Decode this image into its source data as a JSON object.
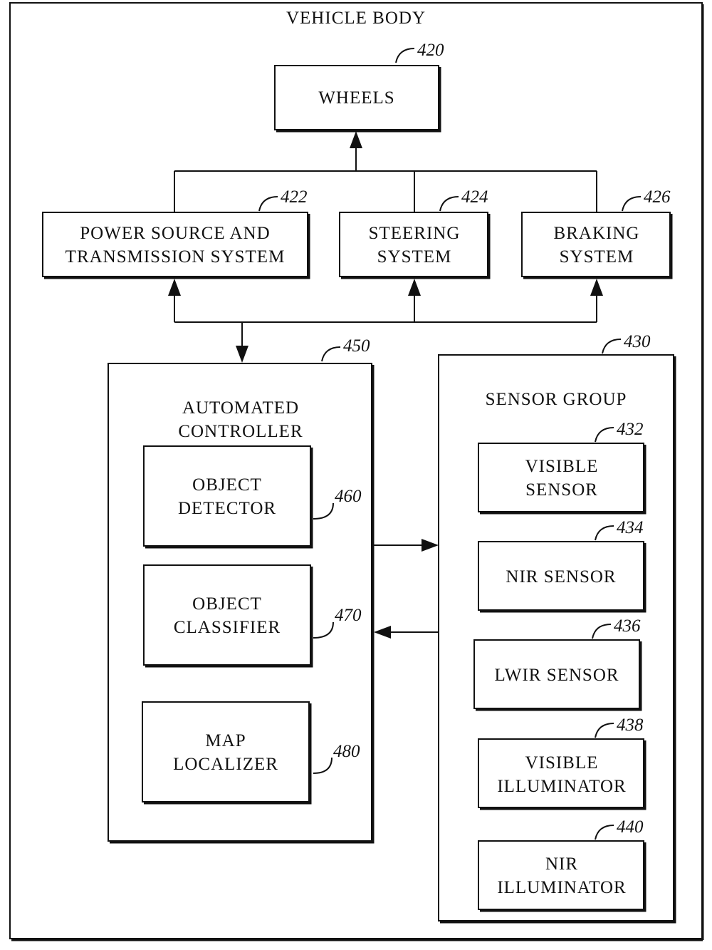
{
  "diagram": {
    "frame_label": "VEHICLE BODY",
    "blocks": {
      "wheels": {
        "label": "WHEELS",
        "ref": "420"
      },
      "power": {
        "line1": "POWER SOURCE AND",
        "line2": "TRANSMISSION SYSTEM",
        "ref": "422"
      },
      "steering": {
        "line1": "STEERING",
        "line2": "SYSTEM",
        "ref": "424"
      },
      "braking": {
        "line1": "BRAKING",
        "line2": "SYSTEM",
        "ref": "426"
      },
      "controller": {
        "line1": "AUTOMATED",
        "line2": "CONTROLLER",
        "ref": "450"
      },
      "object_detector": {
        "line1": "OBJECT",
        "line2": "DETECTOR",
        "ref": "460"
      },
      "object_classifier": {
        "line1": "OBJECT",
        "line2": "CLASSIFIER",
        "ref": "470"
      },
      "map_localizer": {
        "line1": "MAP",
        "line2": "LOCALIZER",
        "ref": "480"
      },
      "sensor_group": {
        "label": "SENSOR GROUP",
        "ref": "430"
      },
      "visible_sensor": {
        "line1": "VISIBLE",
        "line2": "SENSOR",
        "ref": "432"
      },
      "nir_sensor": {
        "label": "NIR SENSOR",
        "ref": "434"
      },
      "lwir_sensor": {
        "label": "LWIR SENSOR",
        "ref": "436"
      },
      "visible_illuminator": {
        "line1": "VISIBLE",
        "line2": "ILLUMINATOR",
        "ref": "438"
      },
      "nir_illuminator": {
        "line1": "NIR",
        "line2": "ILLUMINATOR",
        "ref": "440"
      }
    }
  }
}
